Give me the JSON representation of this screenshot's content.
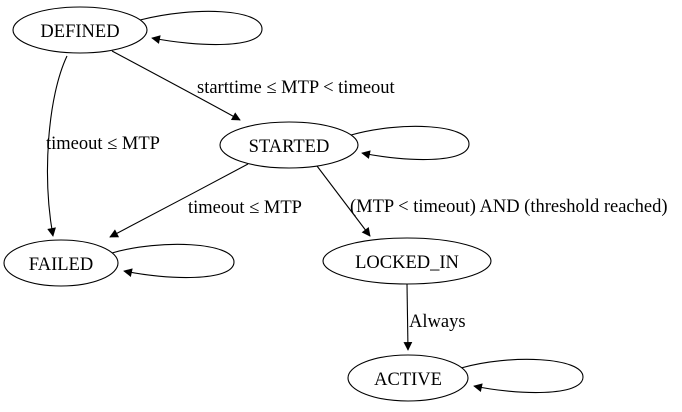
{
  "diagram": {
    "title": "state-transition-diagram",
    "colors": {
      "background": "#ffffff",
      "stroke": "#000000",
      "text": "#000000"
    },
    "nodes": [
      {
        "id": "DEFINED",
        "label": "DEFINED",
        "self_loop": true
      },
      {
        "id": "STARTED",
        "label": "STARTED",
        "self_loop": true
      },
      {
        "id": "FAILED",
        "label": "FAILED",
        "self_loop": true
      },
      {
        "id": "LOCKED_IN",
        "label": "LOCKED_IN",
        "self_loop": false
      },
      {
        "id": "ACTIVE",
        "label": "ACTIVE",
        "self_loop": true
      }
    ],
    "edges": [
      {
        "from": "DEFINED",
        "to": "DEFINED",
        "label": ""
      },
      {
        "from": "DEFINED",
        "to": "STARTED",
        "label": "starttime ≤ MTP < timeout"
      },
      {
        "from": "DEFINED",
        "to": "FAILED",
        "label": "timeout ≤ MTP"
      },
      {
        "from": "STARTED",
        "to": "STARTED",
        "label": ""
      },
      {
        "from": "STARTED",
        "to": "FAILED",
        "label": "timeout ≤ MTP"
      },
      {
        "from": "STARTED",
        "to": "LOCKED_IN",
        "label": "(MTP < timeout) AND (threshold reached)"
      },
      {
        "from": "FAILED",
        "to": "FAILED",
        "label": ""
      },
      {
        "from": "LOCKED_IN",
        "to": "ACTIVE",
        "label": "Always"
      },
      {
        "from": "ACTIVE",
        "to": "ACTIVE",
        "label": ""
      }
    ]
  }
}
